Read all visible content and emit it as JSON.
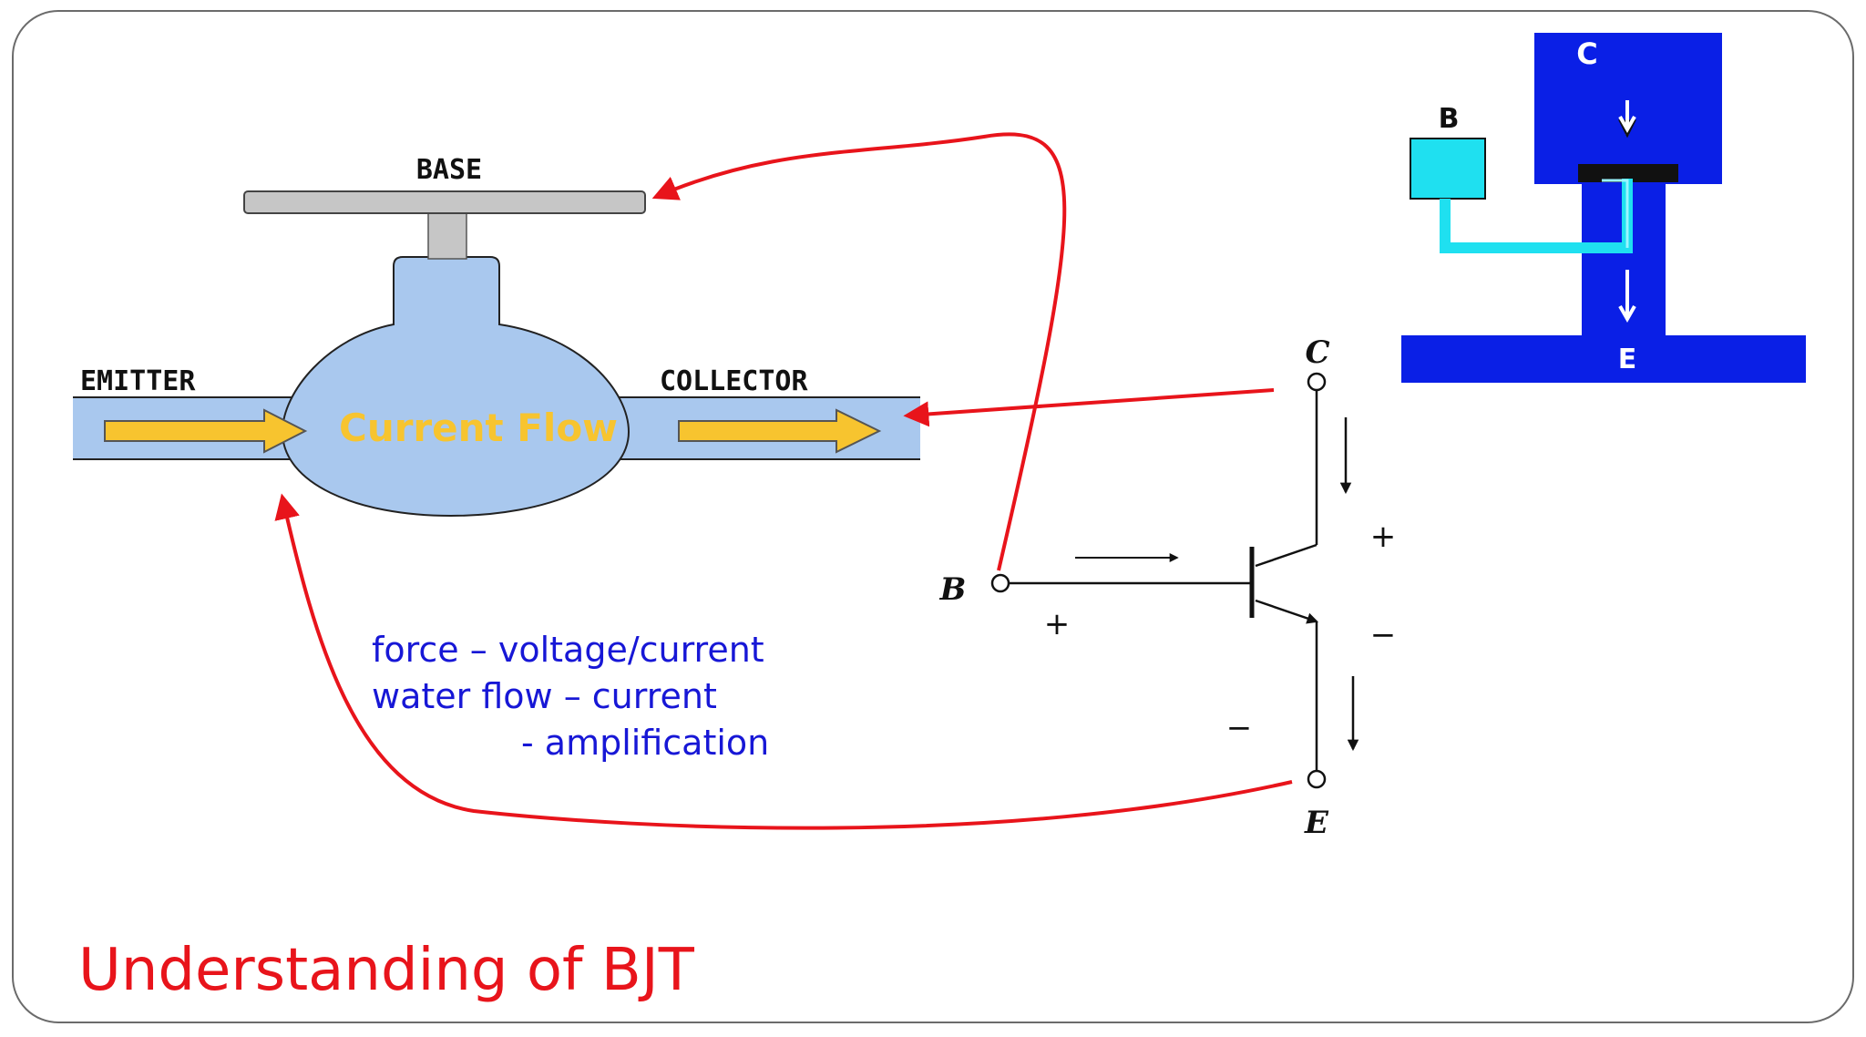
{
  "slide": {
    "title": "Understanding of BJT",
    "title_color": "#e8141b",
    "border_color": "#6b6b6b"
  },
  "valve": {
    "base_label": "BASE",
    "emitter_label": "EMITTER",
    "collector_label": "COLLECTOR",
    "flow_text": "Current Flow",
    "water_color": "#a9c8ee",
    "arrow_color": "#f7c42f",
    "handle_color": "#c6c6c6"
  },
  "notes": {
    "line1": "force – voltage/current",
    "line2": "water flow – current",
    "line3": "- amplification",
    "color": "#1717d6"
  },
  "transistor": {
    "collector_label": "C",
    "base_label": "B",
    "emitter_label": "E",
    "plus_ce": "+",
    "minus_ce": "−",
    "plus_b": "+",
    "minus_e": "−"
  },
  "water_model": {
    "collector_label": "C",
    "base_label": "B",
    "emitter_label": "E",
    "pipe_color": "#0a1fe6",
    "base_color": "#1fe0f0"
  },
  "connectors": {
    "color": "#e8141b"
  }
}
